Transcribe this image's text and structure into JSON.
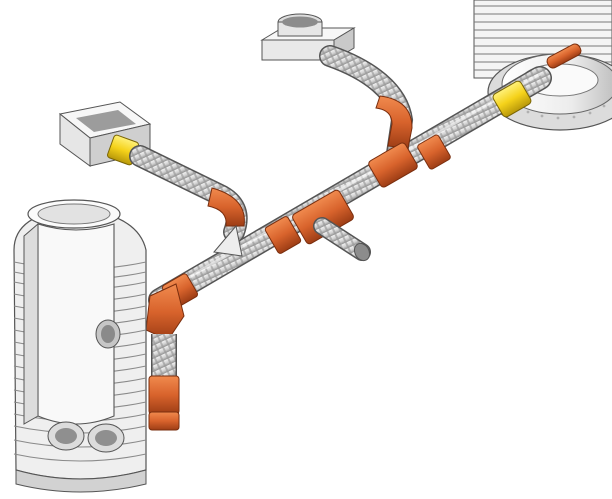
{
  "diagram": {
    "caption": "",
    "colors": {
      "background": "#ffffff",
      "corrugated_pipe": "#d4d4d4",
      "corrugated_ridge": "#9a9a9a",
      "fitting_orange": "#d8632c",
      "fitting_orange_dark": "#a9431a",
      "seal_yellow": "#f5d21a",
      "concrete": "#e7e7e7",
      "outline": "#4a4a4a"
    },
    "components": [
      {
        "id": "chamber",
        "icon": "inspection-chamber-icon"
      },
      {
        "id": "gully",
        "icon": "gully-trap-icon"
      },
      {
        "id": "manhole",
        "icon": "manhole-ring-icon"
      },
      {
        "id": "sink_inlet",
        "icon": "box-inlet-icon"
      },
      {
        "id": "main_pipe",
        "icon": "corrugated-pipe-icon"
      },
      {
        "id": "branch_pipes",
        "icon": "corrugated-pipe-icon"
      },
      {
        "id": "fittings",
        "icon": "pipe-fitting-icon"
      },
      {
        "id": "seals",
        "icon": "seal-ring-icon"
      }
    ]
  }
}
